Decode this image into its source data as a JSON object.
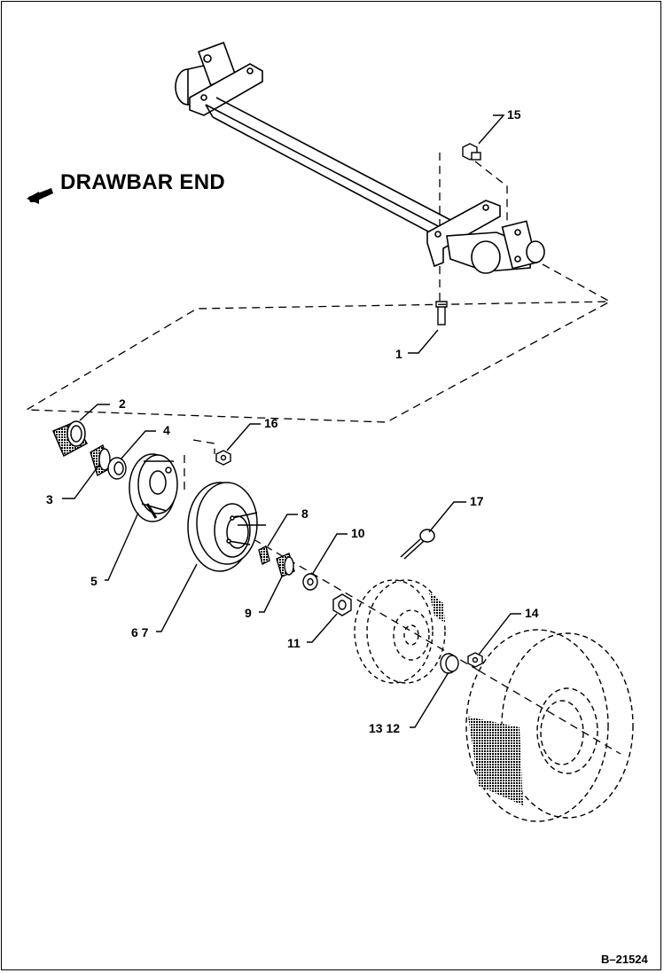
{
  "heading": "DRAWBAR END",
  "figure_id": "B–21524",
  "callouts": {
    "c1": "1",
    "c2": "2",
    "c3": "3",
    "c4": "4",
    "c5": "5",
    "c67": "6 7",
    "c8": "8",
    "c9": "9",
    "c10": "10",
    "c11": "11",
    "c1312": "13 12",
    "c14": "14",
    "c15": "15",
    "c16": "16",
    "c17": "17"
  },
  "icons": {
    "direction_arrow": "arrow-left-down-icon"
  }
}
